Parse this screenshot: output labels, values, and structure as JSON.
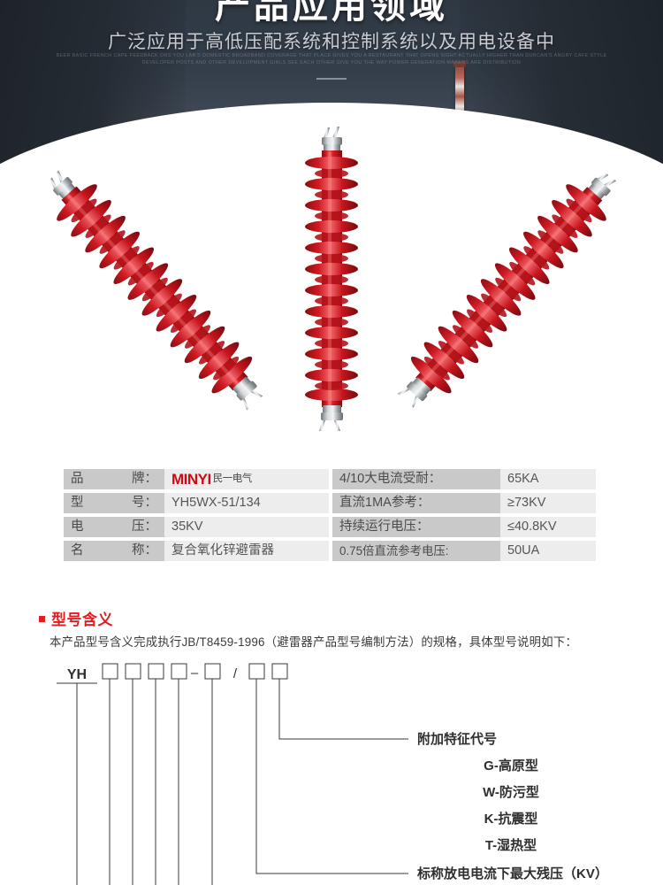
{
  "banner": {
    "title": "产品应用领域",
    "subtitle": "广泛应用于高低压配系统和控制系统以及用电设备中",
    "english_line1": "BEER BASIC FRENCH CAPE FEEDBACK ORS YOU LAB'S DOMESTIC BROADBAND COVERAGE THAT PLACE GIVES YOU A RESTAURANT THAT OPENS SIGHT ACTUALLY HIGHER THAN DURCAN'S ANGRY CAFE STYLE",
    "english_line2": "DEVELOPER POSTS AND OTHER DEVELOPMENT GIRLS SEE EACH OTHER GIVE YOU THE WAY POWER GENERATION MAKERS ARE DISTRIBUTION"
  },
  "product_photo": {
    "alt": "三支红色复合硅橡胶氧化锌避雷器",
    "body_color": "#c8161e",
    "highlight_color": "#e8424a",
    "cap_color": "#c9cdd0"
  },
  "spec_table": {
    "rows": [
      {
        "left_label": "品 牌：",
        "left_label_chars": [
          "品",
          "牌："
        ],
        "left_value_type": "logo",
        "left_value": "MINYI民一电气",
        "logo_latin": "MINYI",
        "logo_cn": "民一电气",
        "right_label": "4/10大电流受耐：",
        "right_value": "65KA"
      },
      {
        "left_label": "型 号：",
        "left_label_chars": [
          "型",
          "号："
        ],
        "left_value_type": "text",
        "left_value": "YH5WX-51/134",
        "right_label": "直流1MA参考：",
        "right_value": "≥73KV"
      },
      {
        "left_label": "电 压：",
        "left_label_chars": [
          "电",
          "压："
        ],
        "left_value_type": "text",
        "left_value": "35KV",
        "right_label": "持续运行电压：",
        "right_value": "≤40.8KV"
      },
      {
        "left_label": "名 称：",
        "left_label_chars": [
          "名",
          "称："
        ],
        "left_value_type": "text",
        "left_value": "复合氧化锌避雷器",
        "right_label": "0.75倍直流参考电压:",
        "right_value": "50UA"
      }
    ],
    "label_bg": "#c9c9c9",
    "value_bg": "#ededed",
    "brand_color": "#cf0a14"
  },
  "section": {
    "bullet_color": "#e11d21",
    "title": "型号含义",
    "description": "本产品型号含义完成执行JB/T8459-1996（避雷器产品型号编制方法）的规格，具体型号说明如下："
  },
  "model_code": {
    "prefix": "YH",
    "separator_dash": "–",
    "separator_slash": "/",
    "box_count_group1": 4,
    "box_count_group2": 1,
    "box_count_group3": 2,
    "callouts": [
      {
        "text": "附加特征代号"
      },
      {
        "text": "G-高原型"
      },
      {
        "text": "W-防污型"
      },
      {
        "text": "K-抗震型"
      },
      {
        "text": "T-湿热型"
      },
      {
        "text": "标称放电电流下最大残压（KV）"
      }
    ]
  }
}
